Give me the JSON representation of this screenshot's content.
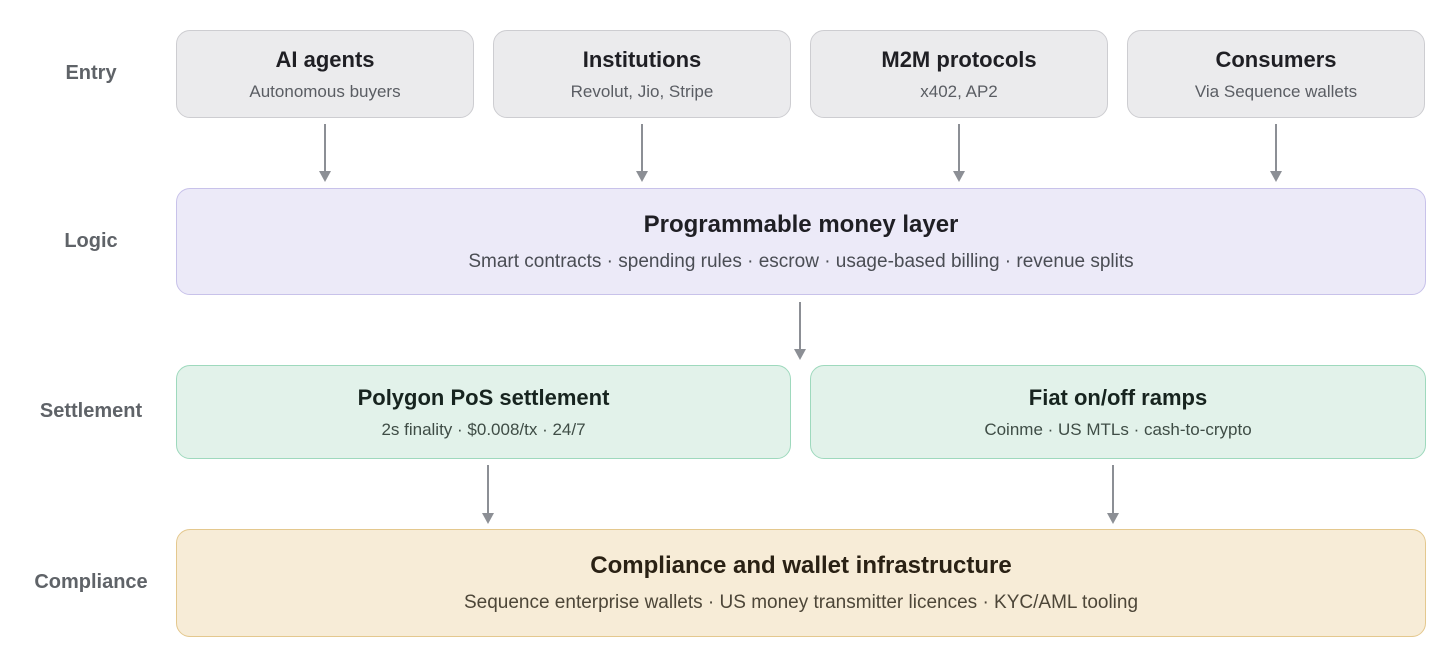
{
  "rows": {
    "entry": "Entry",
    "logic": "Logic",
    "settlement": "Settlement",
    "compliance": "Compliance"
  },
  "entry_boxes": [
    {
      "title": "AI agents",
      "subtitle": "Autonomous buyers"
    },
    {
      "title": "Institutions",
      "subtitle": "Revolut, Jio, Stripe"
    },
    {
      "title": "M2M protocols",
      "subtitle": "x402, AP2"
    },
    {
      "title": "Consumers",
      "subtitle": "Via Sequence wallets"
    }
  ],
  "logic_box": {
    "title": "Programmable money layer",
    "subtitle": "Smart contracts · spending rules · escrow · usage-based billing · revenue splits"
  },
  "settlement_boxes": [
    {
      "title": "Polygon PoS settlement",
      "subtitle": "2s finality · $0.008/tx · 24/7"
    },
    {
      "title": "Fiat on/off ramps",
      "subtitle": "Coinme · US MTLs · cash-to-crypto"
    }
  ],
  "compliance_box": {
    "title": "Compliance and wallet infrastructure",
    "subtitle": "Sequence enterprise wallets · US money transmitter licences · KYC/AML tooling"
  },
  "colors": {
    "entry_fill": "#ebebed",
    "logic_fill": "#eceaf8",
    "settlement_fill": "#e2f2ea",
    "compliance_fill": "#f7ecd7",
    "arrow": "#8c8f95"
  }
}
